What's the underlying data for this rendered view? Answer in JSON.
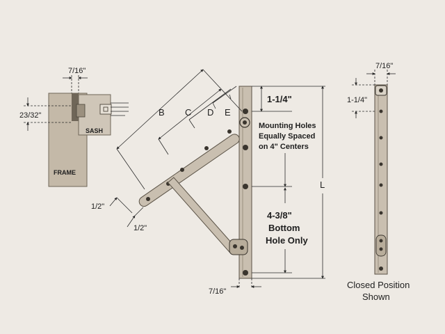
{
  "colors": {
    "background": "#eeeae4",
    "metal": "#c9bfb0",
    "metal_dark": "#8e8474",
    "frame": "#c4b9a8",
    "line": "#2a2a2a"
  },
  "section_view": {
    "top_width": "7/16\"",
    "side_depth": "23/32\"",
    "sash_label": "SASH",
    "frame_label": "FRAME"
  },
  "open_view": {
    "dim_b": "B",
    "dim_c": "C",
    "dim_d": "D",
    "dim_e": "E",
    "top_offset": "1-1/4\"",
    "mounting_note": [
      "Mounting Holes",
      "Equally Spaced",
      "on 4\" Centers"
    ],
    "bottom_note": [
      "4-3/8\"",
      "Bottom",
      "Hole Only"
    ],
    "length": "L",
    "arm_offset_1": "1/2\"",
    "arm_offset_2": "1/2\"",
    "bottom_width": "7/16\""
  },
  "closed_view": {
    "top_width": "7/16\"",
    "top_offset": "1-1/4\"",
    "caption": [
      "Closed Position",
      "Shown"
    ]
  }
}
